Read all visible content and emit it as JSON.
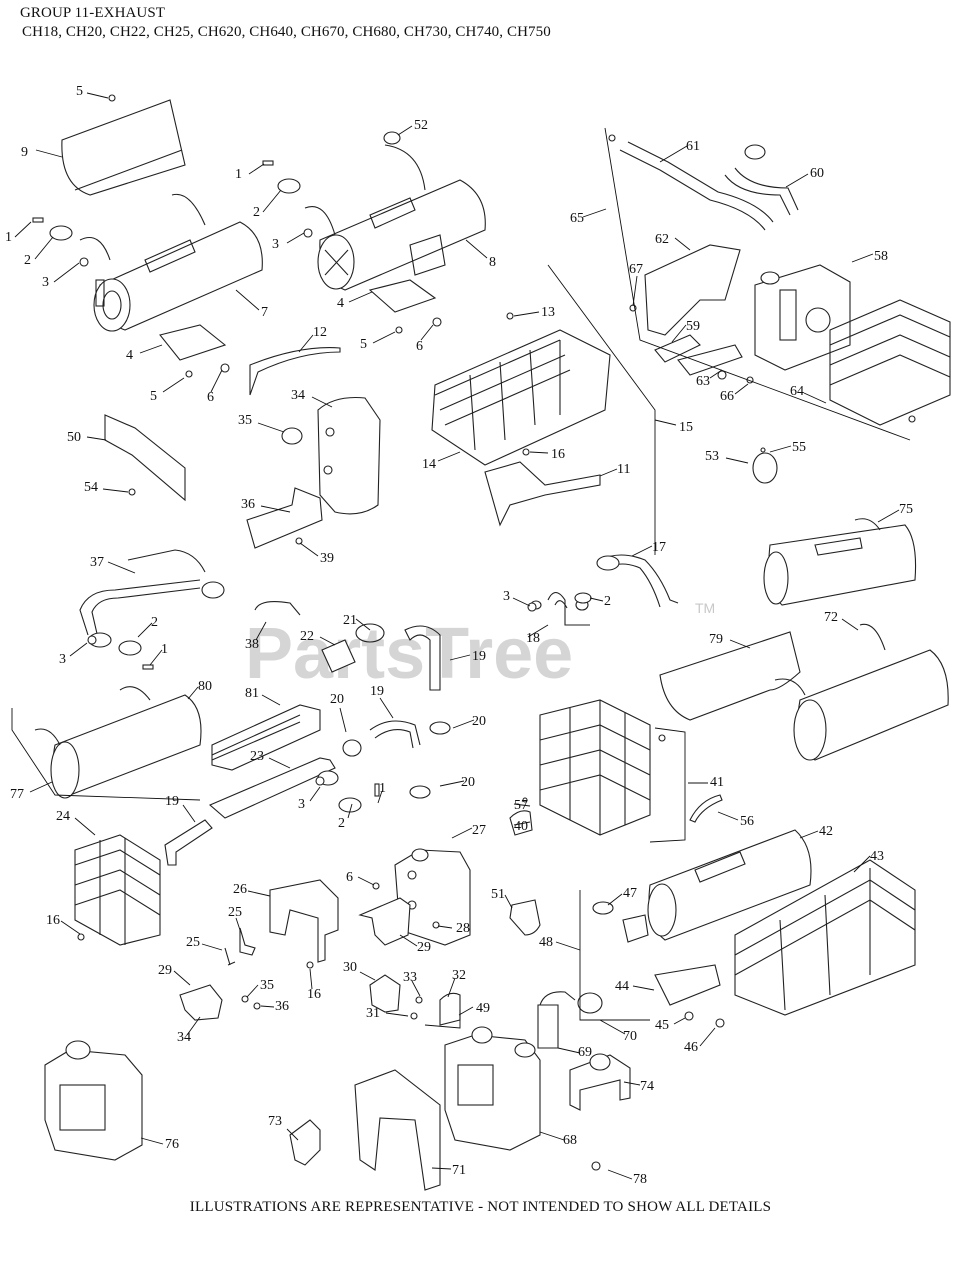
{
  "header": {
    "title": "GROUP 11-EXHAUST",
    "models": "CH18, CH20, CH22, CH25, CH620, CH640, CH670, CH680, CH730, CH740, CH750"
  },
  "watermark": {
    "text": "PartsTree",
    "tm": "TM"
  },
  "footer": "ILLUSTRATIONS ARE REPRESENTATIVE - NOT INTENDED TO SHOW ALL DETAILS",
  "callouts": [
    {
      "n": "5"
    },
    {
      "n": "9"
    },
    {
      "n": "52"
    },
    {
      "n": "1"
    },
    {
      "n": "2"
    },
    {
      "n": "1"
    },
    {
      "n": "2"
    },
    {
      "n": "3"
    },
    {
      "n": "3"
    },
    {
      "n": "7"
    },
    {
      "n": "8"
    },
    {
      "n": "4"
    },
    {
      "n": "4"
    },
    {
      "n": "5"
    },
    {
      "n": "6"
    },
    {
      "n": "12"
    },
    {
      "n": "5"
    },
    {
      "n": "6"
    },
    {
      "n": "34"
    },
    {
      "n": "35"
    },
    {
      "n": "50"
    },
    {
      "n": "54"
    },
    {
      "n": "36"
    },
    {
      "n": "39"
    },
    {
      "n": "13"
    },
    {
      "n": "15"
    },
    {
      "n": "14"
    },
    {
      "n": "16"
    },
    {
      "n": "11"
    },
    {
      "n": "65"
    },
    {
      "n": "61"
    },
    {
      "n": "60"
    },
    {
      "n": "62"
    },
    {
      "n": "58"
    },
    {
      "n": "67"
    },
    {
      "n": "59"
    },
    {
      "n": "63"
    },
    {
      "n": "66"
    },
    {
      "n": "64"
    },
    {
      "n": "53"
    },
    {
      "n": "55"
    },
    {
      "n": "75"
    },
    {
      "n": "37"
    },
    {
      "n": "2"
    },
    {
      "n": "1"
    },
    {
      "n": "3"
    },
    {
      "n": "38"
    },
    {
      "n": "22"
    },
    {
      "n": "21"
    },
    {
      "n": "19"
    },
    {
      "n": "17"
    },
    {
      "n": "3"
    },
    {
      "n": "2"
    },
    {
      "n": "18"
    },
    {
      "n": "72"
    },
    {
      "n": "79"
    },
    {
      "n": "80"
    },
    {
      "n": "81"
    },
    {
      "n": "20"
    },
    {
      "n": "19"
    },
    {
      "n": "20"
    },
    {
      "n": "77"
    },
    {
      "n": "23"
    },
    {
      "n": "3"
    },
    {
      "n": "1"
    },
    {
      "n": "2"
    },
    {
      "n": "20"
    },
    {
      "n": "57"
    },
    {
      "n": "40"
    },
    {
      "n": "41"
    },
    {
      "n": "56"
    },
    {
      "n": "19"
    },
    {
      "n": "24"
    },
    {
      "n": "27"
    },
    {
      "n": "42"
    },
    {
      "n": "43"
    },
    {
      "n": "16"
    },
    {
      "n": "26"
    },
    {
      "n": "6"
    },
    {
      "n": "25"
    },
    {
      "n": "28"
    },
    {
      "n": "29"
    },
    {
      "n": "51"
    },
    {
      "n": "47"
    },
    {
      "n": "48"
    },
    {
      "n": "25"
    },
    {
      "n": "29"
    },
    {
      "n": "35"
    },
    {
      "n": "36"
    },
    {
      "n": "16"
    },
    {
      "n": "30"
    },
    {
      "n": "33"
    },
    {
      "n": "32"
    },
    {
      "n": "49"
    },
    {
      "n": "31"
    },
    {
      "n": "44"
    },
    {
      "n": "45"
    },
    {
      "n": "46"
    },
    {
      "n": "34"
    },
    {
      "n": "69"
    },
    {
      "n": "70"
    },
    {
      "n": "74"
    },
    {
      "n": "76"
    },
    {
      "n": "73"
    },
    {
      "n": "68"
    },
    {
      "n": "71"
    },
    {
      "n": "78"
    }
  ]
}
